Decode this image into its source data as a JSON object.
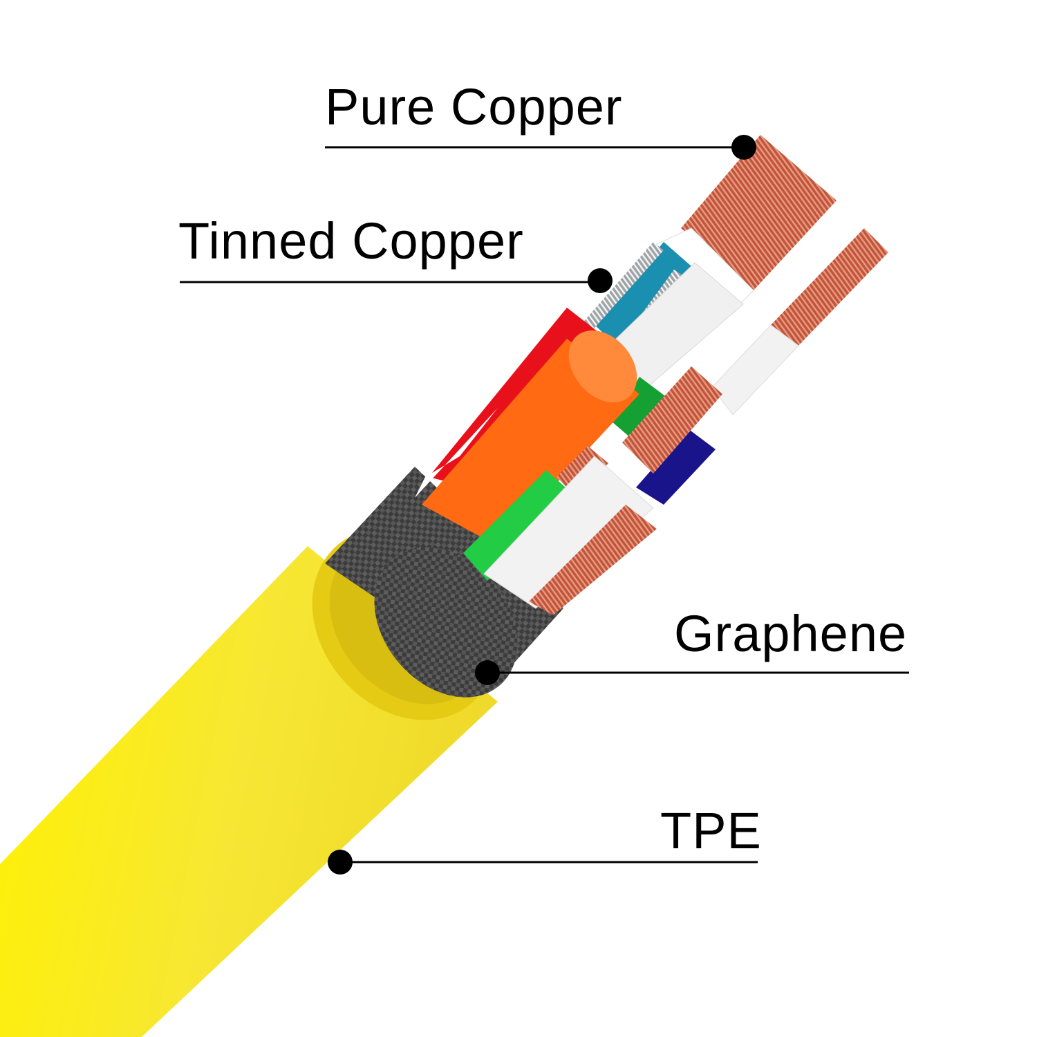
{
  "labels": {
    "pure_copper": "Pure Copper",
    "tinned_copper": "Tinned Copper",
    "graphene": "Graphene",
    "tpe": "TPE"
  },
  "colors": {
    "jacket": "#f7e22a",
    "jacket_rim": "#e8cf12",
    "braid": "#4a4a4a",
    "copper": "#c8644a",
    "tinned": "#d6dadc",
    "red_insulation": "#e8101a",
    "orange_insulation": "#ff6a12",
    "green_insulation": "#22cc44",
    "blue_insulation": "#1a148a",
    "teal_insulation": "#1a8fb0",
    "white_insulation": "#f2f2f2",
    "leader": "#000000"
  }
}
